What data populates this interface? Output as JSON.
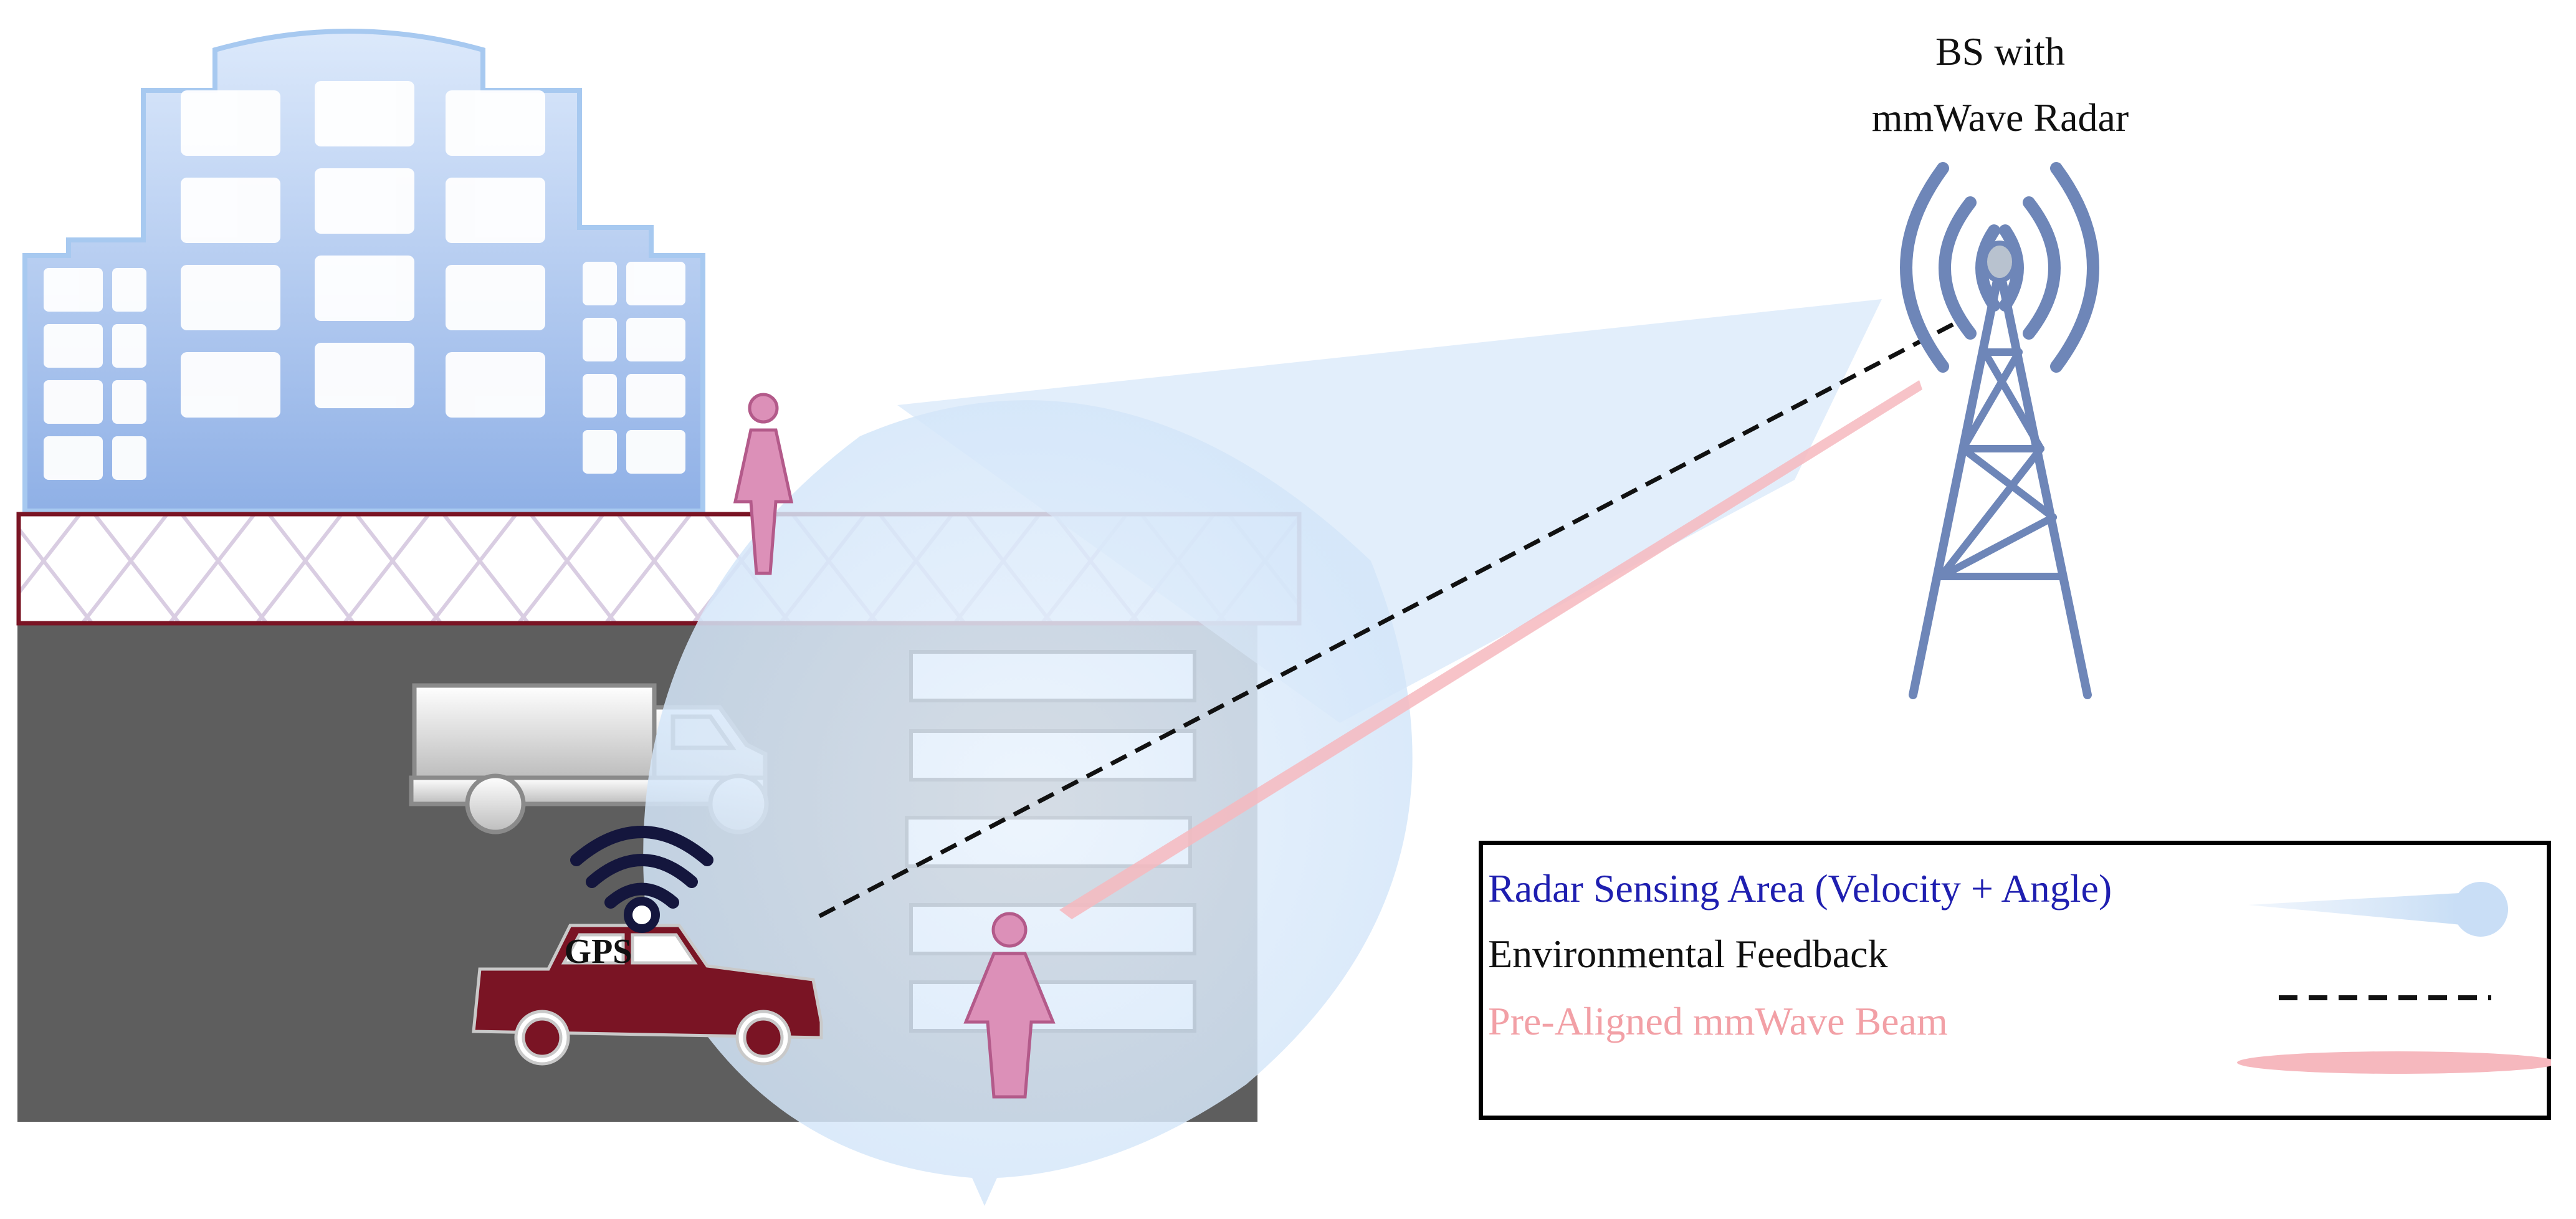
{
  "base_station": {
    "label_line1": "BS with",
    "label_line2": "mmWave Radar"
  },
  "vehicle": {
    "gps_label": "GPS"
  },
  "legend": {
    "items": [
      {
        "label": "Radar Sensing Area (Velocity + Angle)",
        "color": "#1f1fb0"
      },
      {
        "label": "Environmental Feedback",
        "color": "#111111"
      },
      {
        "label": "Pre-Aligned mmWave Beam",
        "color": "#f2a0a6"
      }
    ]
  },
  "colors": {
    "road": "#5e5e5e",
    "sidewalk_border": "#7a1424",
    "car": "#7a1424",
    "pedestrian": "#d98cb4",
    "tower": "#6e86b8",
    "radar_area": "#cfe3f8",
    "beam": "#f6b8be",
    "wifi_icon": "#14163d"
  }
}
